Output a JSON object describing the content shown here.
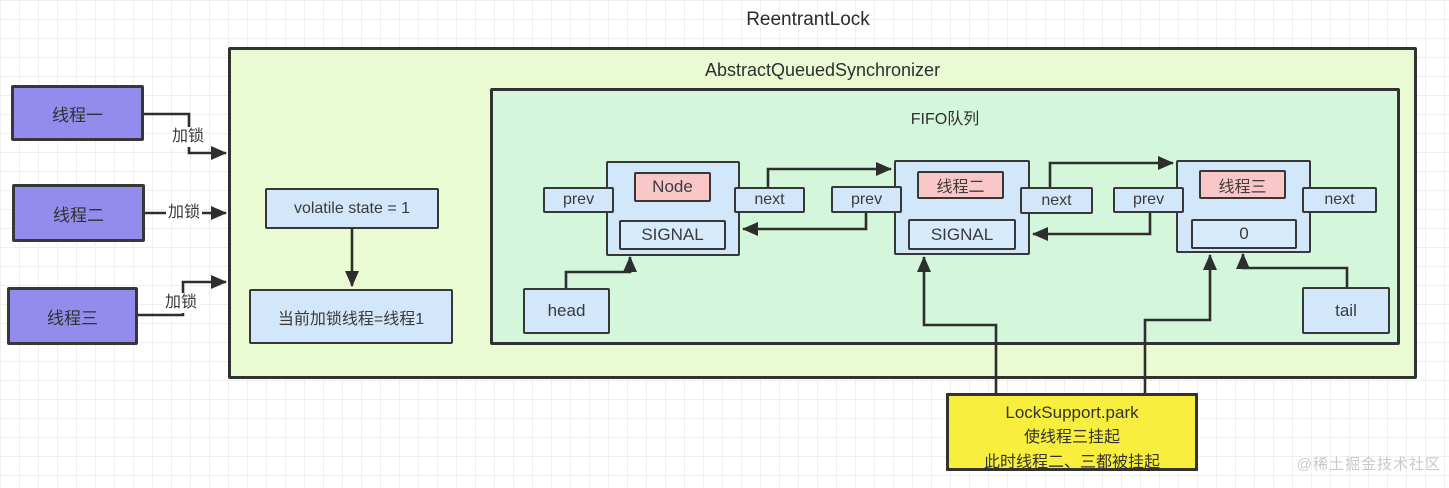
{
  "title": "ReentrantLock",
  "watermark": "@稀土掘金技术社区",
  "aqs": {
    "label": "AbstractQueuedSynchronizer"
  },
  "fifo": {
    "label": "FIFO队列"
  },
  "threads": [
    {
      "label": "线程一",
      "edge_label": "加锁"
    },
    {
      "label": "线程二",
      "edge_label": "加锁"
    },
    {
      "label": "线程三",
      "edge_label": "加锁"
    }
  ],
  "state": {
    "volatile_text": "volatile state = 1",
    "owner_text": "当前加锁线程=线程1"
  },
  "queue": {
    "head_label": "head",
    "tail_label": "tail",
    "nodes": [
      {
        "name": "Node",
        "wait_status": "SIGNAL",
        "prev_label": "prev",
        "next_label": "next"
      },
      {
        "name": "线程二",
        "wait_status": "SIGNAL",
        "prev_label": "prev",
        "next_label": "next"
      },
      {
        "name": "线程三",
        "wait_status": "0",
        "prev_label": "prev",
        "next_label": "next"
      }
    ]
  },
  "note": {
    "lines": [
      "LockSupport.park",
      "使线程三挂起",
      "此时线程二、三都被挂起"
    ]
  },
  "colors": {
    "thread_fill": "#948cec",
    "node_fill": "#d3e7fa",
    "tag_fill": "#f9c7c7",
    "aqs_fill": "#eafad3",
    "fifo_fill": "#d4f6db",
    "note_fill": "#f7ee3e",
    "line": "#2e2e2e"
  }
}
